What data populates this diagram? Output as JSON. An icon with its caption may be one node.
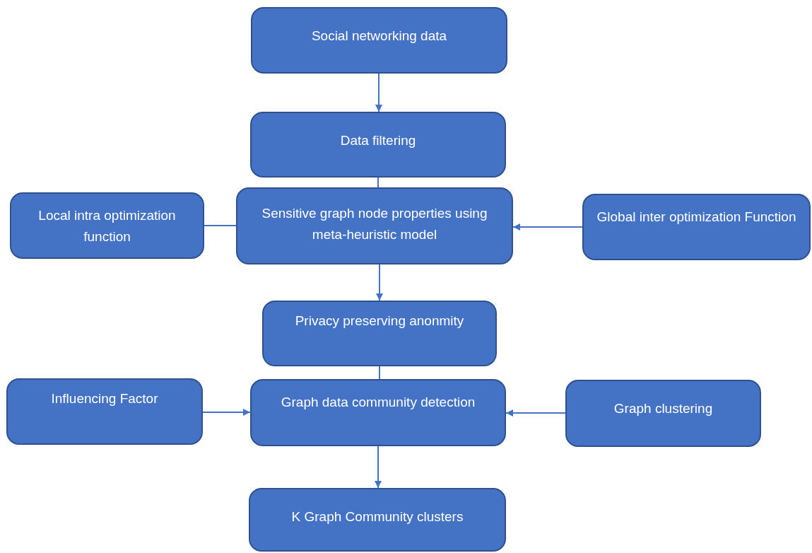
{
  "diagram": {
    "nodes": [
      {
        "text": [
          "Social networking data"
        ]
      },
      {
        "text": [
          "Data filtering"
        ]
      },
      {
        "text": [
          "Local intra optimization function"
        ]
      },
      {
        "text": [
          "Sensitive graph node properties using meta-heuristic model"
        ]
      },
      {
        "text": [
          "Global inter optimization Function"
        ]
      },
      {
        "text": [
          "Privacy preserving anonmity"
        ]
      },
      {
        "text": [
          "Influencing Factor"
        ]
      },
      {
        "text": [
          "Graph data community detection"
        ]
      },
      {
        "text": [
          "Graph clustering"
        ]
      },
      {
        "text": [
          "K Graph Community clusters"
        ]
      }
    ],
    "edges": [
      {
        "from": 0,
        "to": 1,
        "arrow": "to"
      },
      {
        "from": 1,
        "to": 3,
        "arrow": "none"
      },
      {
        "from": 2,
        "to": 3,
        "arrow": "none"
      },
      {
        "from": 4,
        "to": 3,
        "arrow": "to"
      },
      {
        "from": 3,
        "to": 5,
        "arrow": "to"
      },
      {
        "from": 5,
        "to": 7,
        "arrow": "none"
      },
      {
        "from": 6,
        "to": 7,
        "arrow": "to"
      },
      {
        "from": 8,
        "to": 7,
        "arrow": "to"
      },
      {
        "from": 7,
        "to": 9,
        "arrow": "to"
      }
    ]
  }
}
